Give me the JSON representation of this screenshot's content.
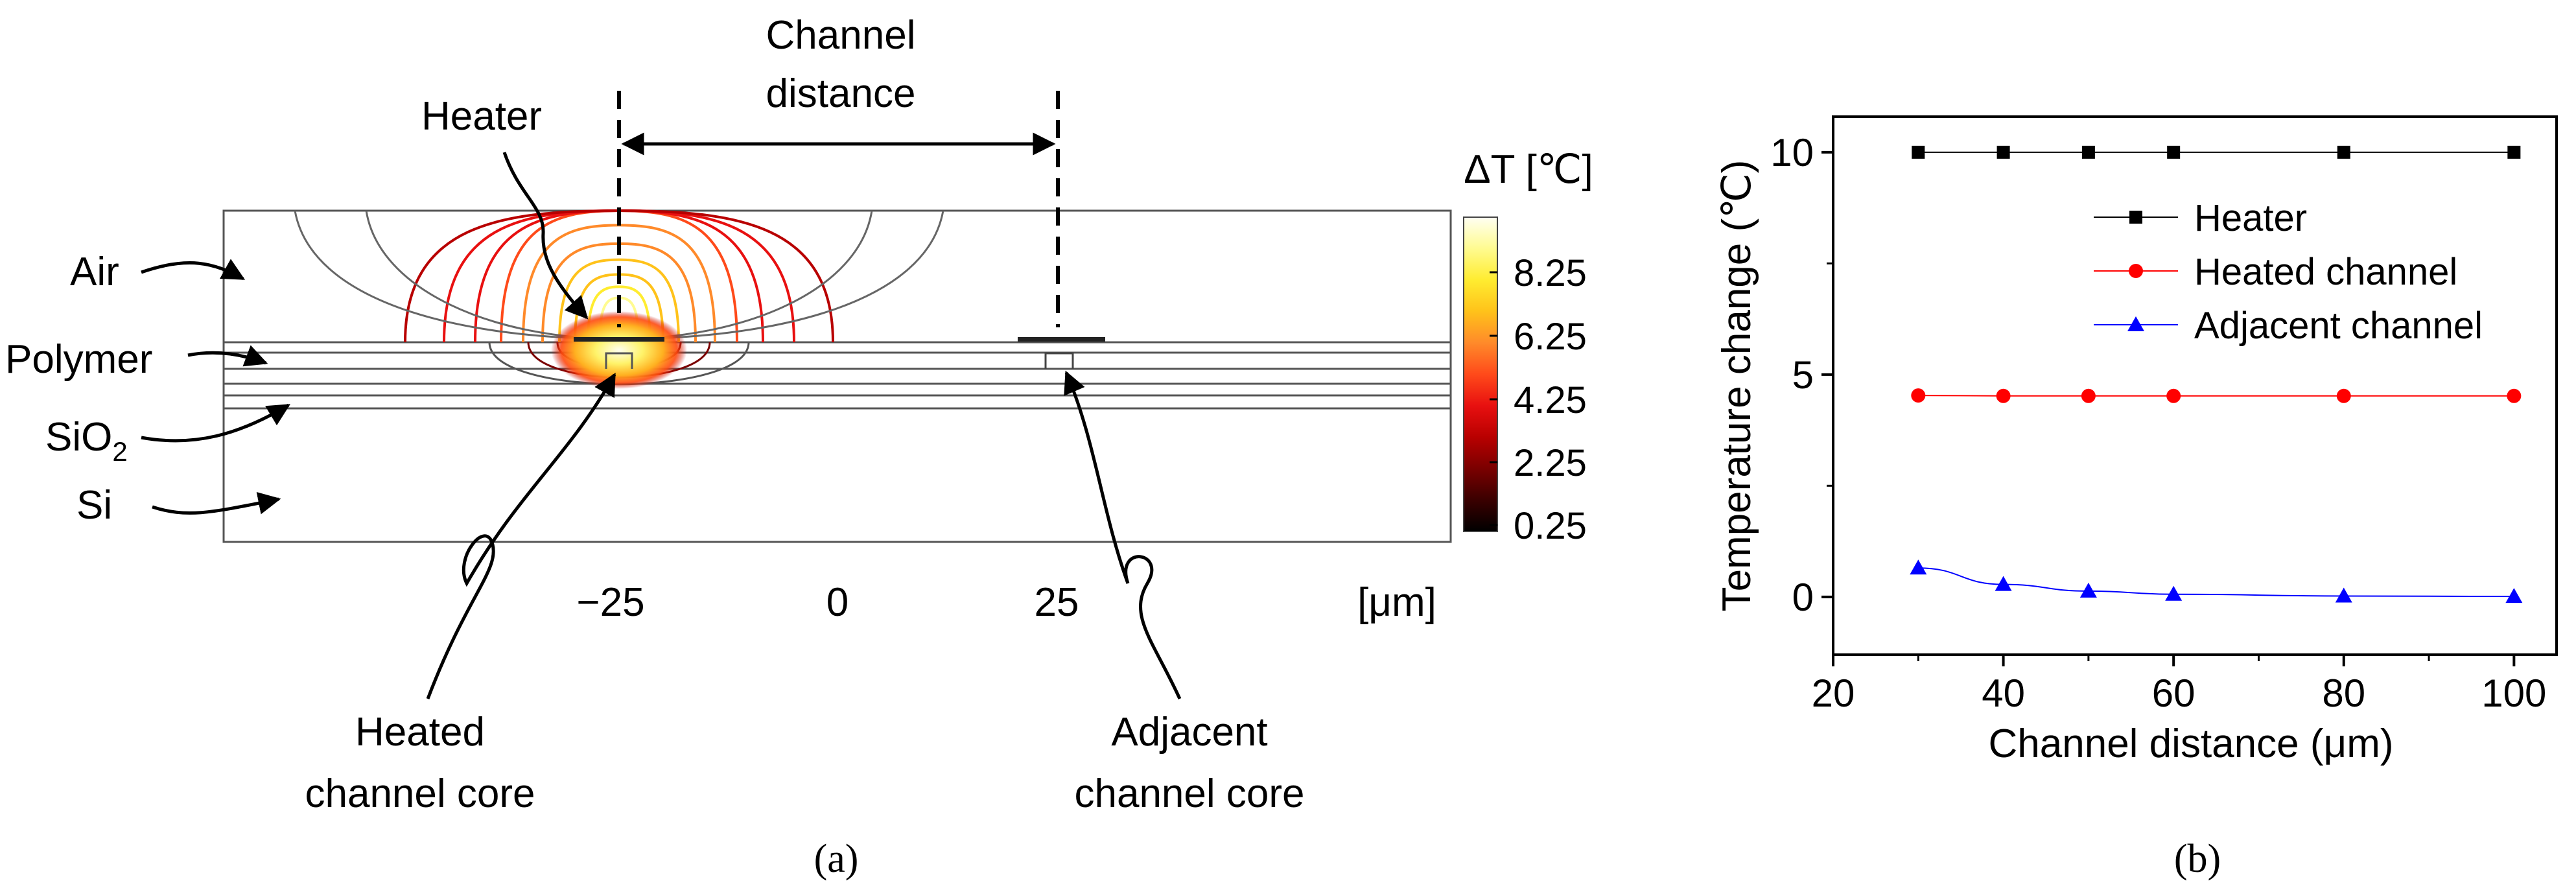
{
  "panel_a": {
    "caption": "(a)",
    "labels": {
      "channel_distance_line1": "Channel",
      "channel_distance_line2": "distance",
      "heater": "Heater",
      "air": "Air",
      "polymer": "Polymer",
      "sio2_main": "SiO",
      "sio2_sub": "2",
      "si": "Si",
      "heated_core_line1": "Heated",
      "heated_core_line2": "channel core",
      "adjacent_core_line1": "Adjacent",
      "adjacent_core_line2": "channel core"
    },
    "x_ticks": [
      "−25",
      "0",
      "25"
    ],
    "x_unit": "[μm]",
    "colorbar": {
      "title": "ΔT [℃]",
      "ticks": [
        "8.25",
        "6.25",
        "4.25",
        "2.25",
        "0.25"
      ],
      "colors": [
        "#000000",
        "#3a0000",
        "#7a0000",
        "#b80000",
        "#e81010",
        "#ff4a1a",
        "#ff8a2a",
        "#ffc21a",
        "#ffec30",
        "#fffb90",
        "#fffff2"
      ]
    }
  },
  "panel_b": {
    "caption": "(b)"
  },
  "chart_data": {
    "type": "line",
    "xlabel": "Channel distance (μm)",
    "ylabel": "Temperature change (℃)",
    "xlim": [
      20,
      105
    ],
    "ylim": [
      -1.3,
      10.8
    ],
    "x_ticks": [
      20,
      40,
      60,
      80,
      100
    ],
    "y_ticks": [
      0,
      5,
      10
    ],
    "grid": false,
    "legend_position": "top-right",
    "x": [
      30,
      40,
      50,
      60,
      80,
      100
    ],
    "series": [
      {
        "name": "Heater",
        "color": "#000000",
        "marker": "square",
        "values": [
          10.0,
          10.0,
          10.0,
          10.0,
          10.0,
          10.0
        ]
      },
      {
        "name": "Heated channel",
        "color": "#ff0000",
        "marker": "circle",
        "values": [
          4.53,
          4.52,
          4.52,
          4.52,
          4.52,
          4.52
        ]
      },
      {
        "name": "Adjacent channel",
        "color": "#0000ff",
        "marker": "triangle",
        "values": [
          0.65,
          0.28,
          0.13,
          0.06,
          0.02,
          0.01
        ]
      }
    ]
  }
}
